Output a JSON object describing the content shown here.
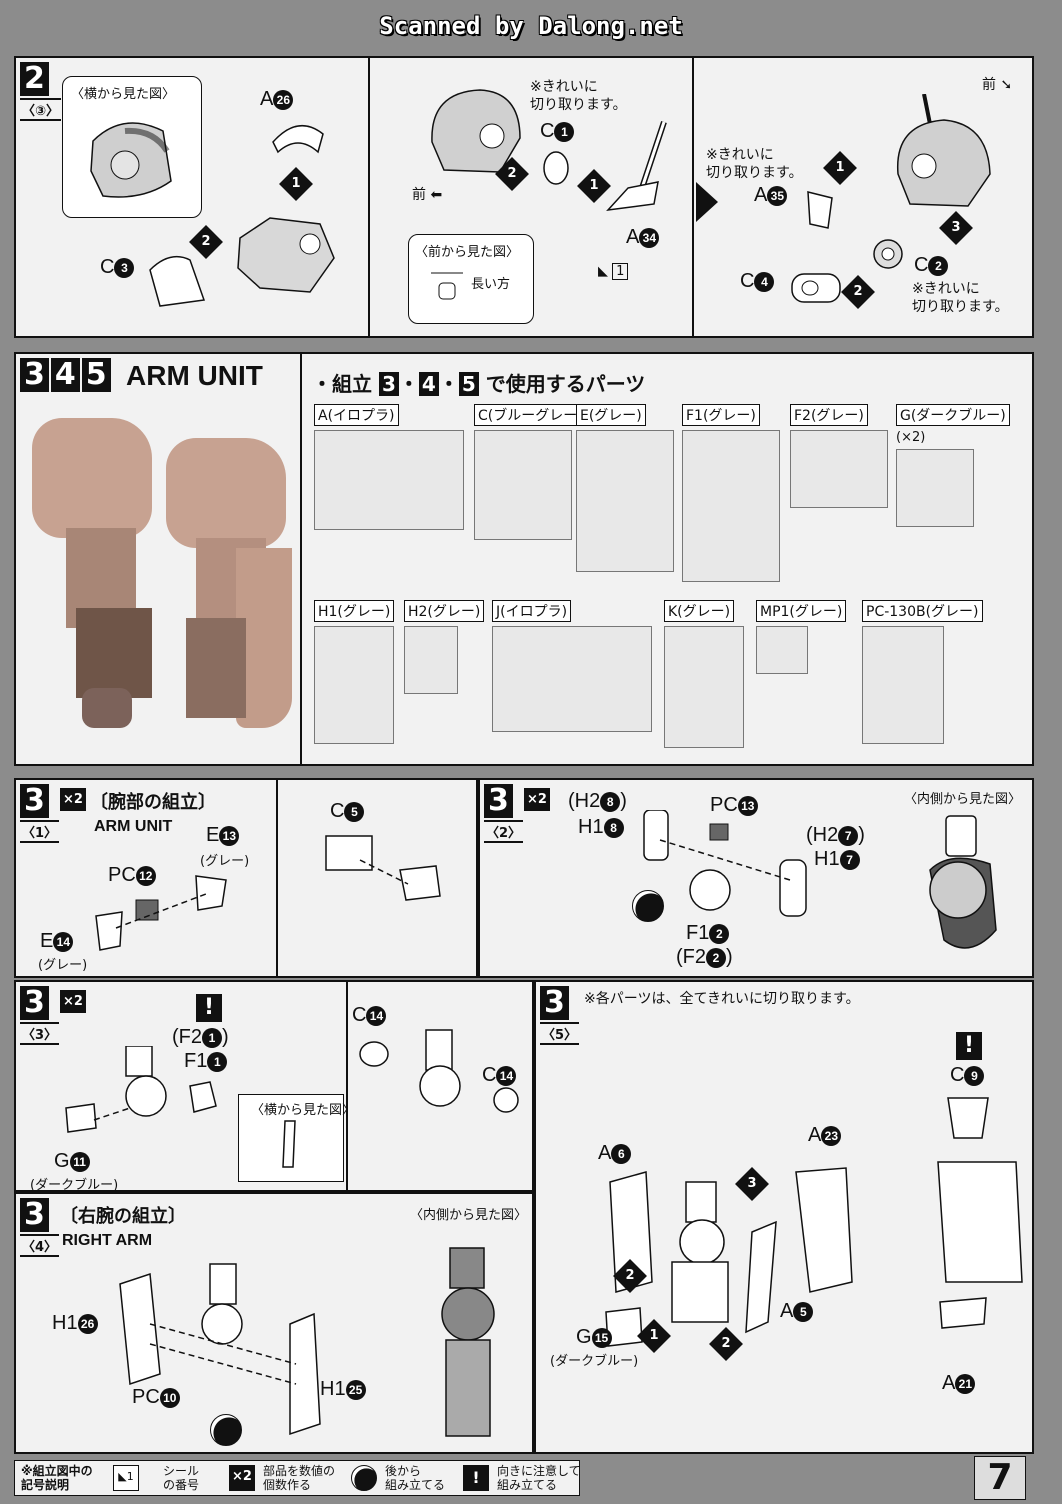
{
  "watermark": "Scanned by Dalong.net",
  "step2": {
    "number": "2",
    "substep": "〈③〉",
    "side_view": "〈横から見た図〉",
    "labels": {
      "a26": "A",
      "c3": "C",
      "c1": "C",
      "a34": "A",
      "a35": "A",
      "c4": "C",
      "c2": "C"
    },
    "label_nums": {
      "a26": "26",
      "c3": "3",
      "c1": "1",
      "a34": "34",
      "a35": "35",
      "c4": "4",
      "c2": "2"
    },
    "clean_cut_note": "※きれいに\n切り取ります。",
    "front": "前",
    "front_view": "〈前から見た図〉",
    "long_side": "長い方",
    "seal_num": "1"
  },
  "step345": {
    "nums": [
      "3",
      "4",
      "5"
    ],
    "title": "ARM UNIT",
    "parts_heading": "・組立",
    "parts_heading_tail": "で使用するパーツ",
    "runners_row1": [
      {
        "label": "A(イロプラ)"
      },
      {
        "label": "C(ブルーグレー)"
      },
      {
        "label": "E(グレー)"
      },
      {
        "label": "F1(グレー)"
      },
      {
        "label": "F2(グレー)"
      },
      {
        "label": "G(ダークブルー)"
      }
    ],
    "g_multiplier": "(×2)",
    "runners_row2": [
      {
        "label": "H1(グレー)"
      },
      {
        "label": "H2(グレー)"
      },
      {
        "label": "J(イロプラ)"
      },
      {
        "label": "K(グレー)"
      },
      {
        "label": "MP1(グレー)"
      },
      {
        "label": "PC-130B(グレー)"
      }
    ]
  },
  "step3_1": {
    "number": "3",
    "substep": "〈1〉",
    "mult": "×2",
    "title": "〔腕部の組立〕",
    "subtitle": "ARM UNIT",
    "e13": "E",
    "e13n": "13",
    "gray": "(グレー)",
    "pc12": "PC",
    "pc12n": "12",
    "e14": "E",
    "e14n": "14",
    "gray2": "(グレー)",
    "c5": "C",
    "c5n": "5"
  },
  "step3_2": {
    "number": "3",
    "substep": "〈2〉",
    "mult": "×2",
    "h28": "(H2",
    "h28n": "8",
    "h18": "H1",
    "h18n": "8",
    "pc13": "PC",
    "pc13n": "13",
    "h27": "(H2",
    "h27n": "7",
    "h17": "H1",
    "h17n": "7",
    "f12": "F1",
    "f12n": "2",
    "f22": "(F2",
    "f22n": "2",
    "inner_view": "〈内側から見た図〉"
  },
  "step3_3": {
    "number": "3",
    "substep": "〈3〉",
    "mult": "×2",
    "f21": "(F2",
    "f21n": "1",
    "f11": "F1",
    "f11n": "1",
    "side_view": "〈横から見た図〉",
    "c14": "C",
    "c14n": "14",
    "g11": "G",
    "g11n": "11",
    "dark_blue": "(ダークブルー)"
  },
  "step3_4": {
    "number": "3",
    "substep": "〈4〉",
    "title": "〔右腕の組立〕",
    "subtitle": "RIGHT ARM",
    "inner_view": "〈内側から見た図〉",
    "h126": "H1",
    "h126n": "26",
    "pc10": "PC",
    "pc10n": "10",
    "h125": "H1",
    "h125n": "25"
  },
  "step3_5": {
    "number": "3",
    "substep": "〈5〉",
    "note": "※各パーツは、全てきれいに切り取ります。",
    "a6": "A",
    "a6n": "6",
    "a23": "A",
    "a23n": "23",
    "a5": "A",
    "a5n": "5",
    "g15": "G",
    "g15n": "15",
    "dark_blue": "(ダークブルー)",
    "c9": "C",
    "c9n": "9",
    "a21": "A",
    "a21n": "21"
  },
  "legend": {
    "heading": "※組立図中の\n記号説明",
    "seal": "シール\nの番号",
    "seal_icon_num": "1",
    "x2": "×2",
    "count": "部品を数値の\n個数作る",
    "back": "後から\n組み立てる",
    "careful": "向きに注意して\n組み立てる"
  },
  "page_number": "7"
}
